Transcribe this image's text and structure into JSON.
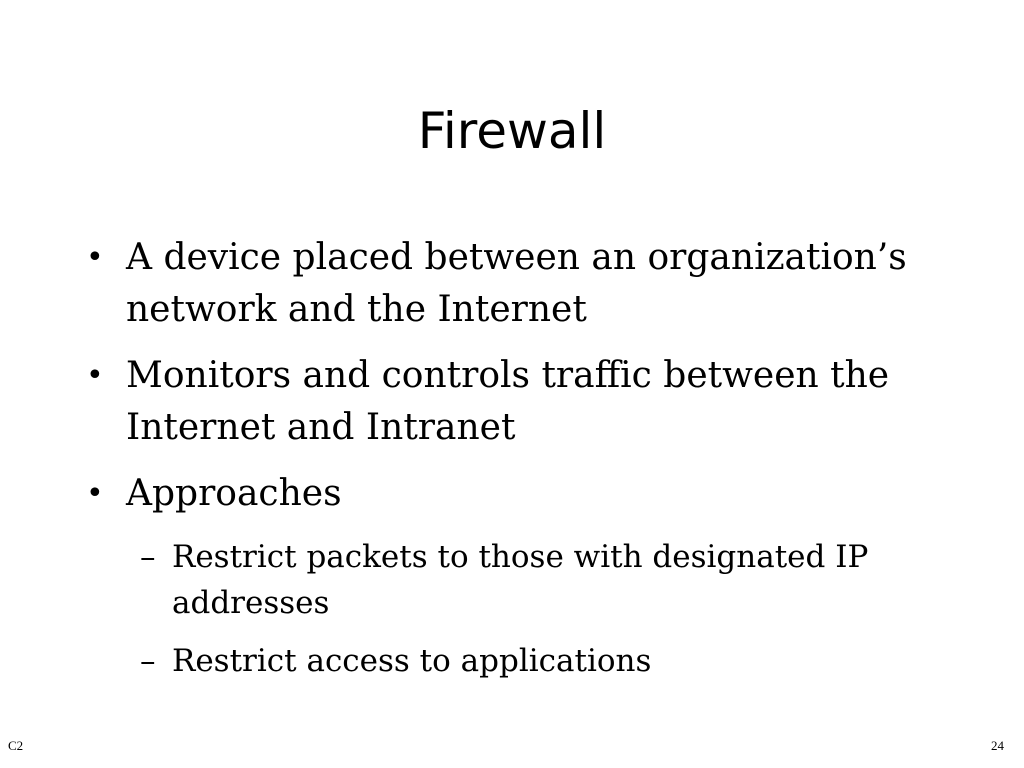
{
  "slide": {
    "title": "Firewall",
    "bullets": [
      {
        "mark": "•",
        "text": "A device placed between an organization’s network and the Internet"
      },
      {
        "mark": "•",
        "text": "Monitors and controls traffic between the Internet and Intranet"
      },
      {
        "mark": "•",
        "text": "Approaches"
      }
    ],
    "sub_bullets": [
      {
        "mark": "–",
        "text": "Restrict packets to those with designated IP addresses"
      },
      {
        "mark": "–",
        "text": "Restrict access to applications"
      }
    ],
    "footer_left": "C2",
    "page_number": "24"
  }
}
